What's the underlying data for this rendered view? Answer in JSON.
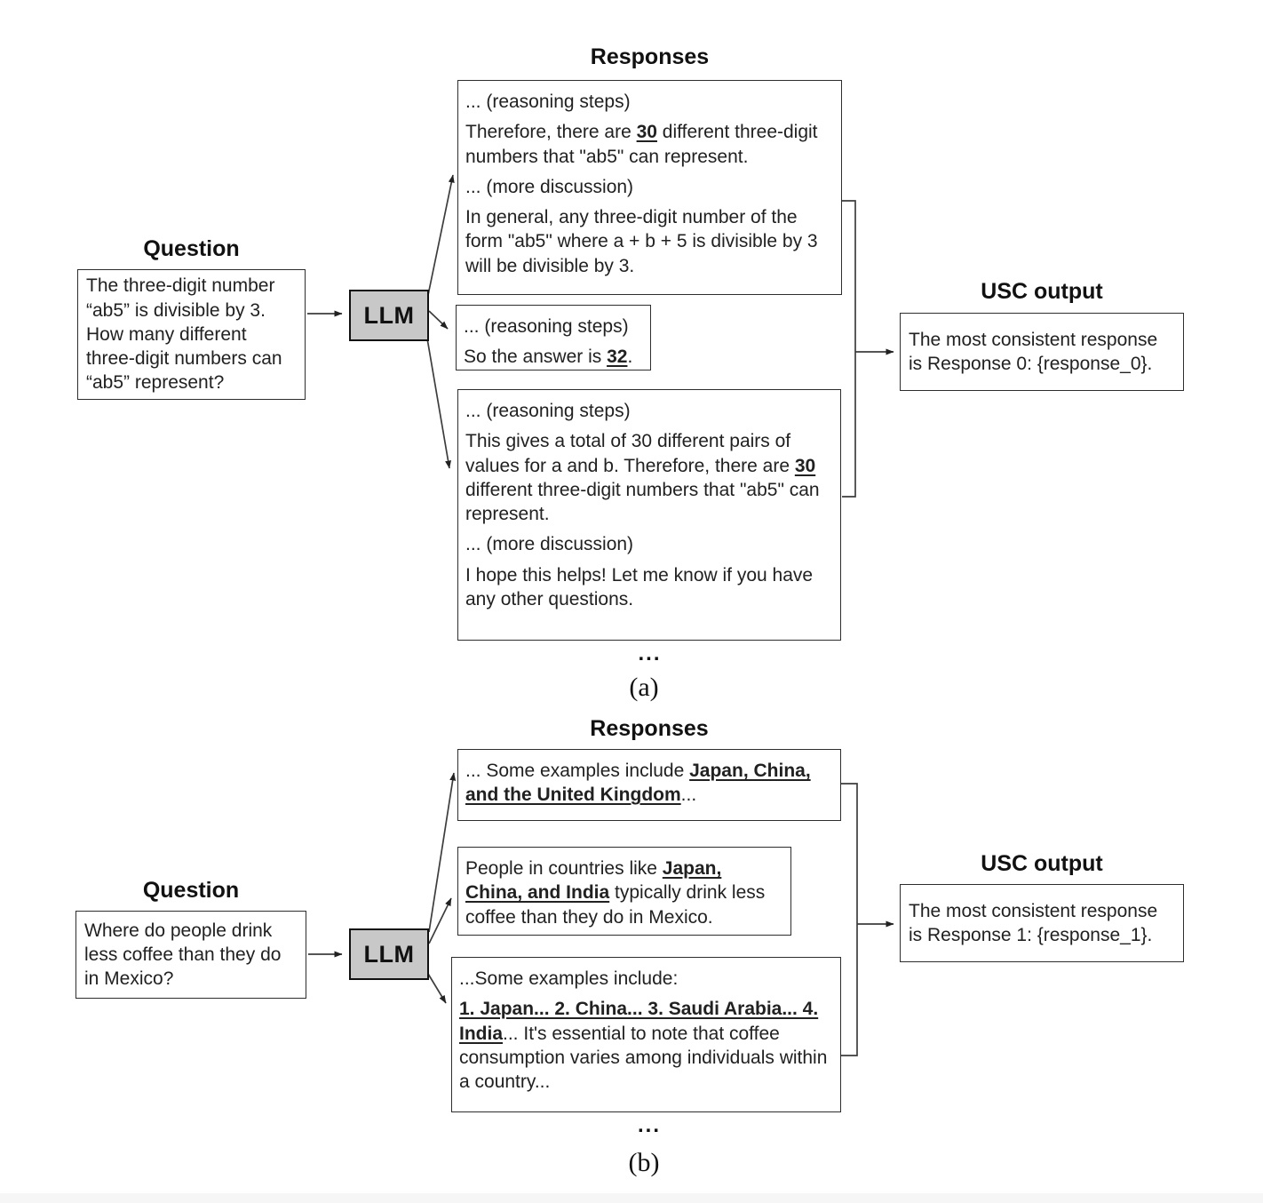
{
  "colors": {
    "llm_fill": "#c8c8c8",
    "box_border": "#2d2d2d",
    "connector": "#3d3d3d",
    "footer_strip": "#f6f6f6"
  },
  "panel_a": {
    "label": "(a)",
    "question_title": "Question",
    "question_text": "The three-digit number\n“ab5” is divisible by 3.\nHow many different\nthree-digit numbers can\n“ab5” represent?",
    "llm_label": "LLM",
    "responses_title": "Responses",
    "responses": [
      {
        "paragraphs": [
          [
            {
              "t": "... (reasoning steps)"
            }
          ],
          [
            {
              "t": "Therefore, there are "
            },
            {
              "t": "30",
              "bu": true
            },
            {
              "t": " different three-digit numbers that \"ab5\" can represent."
            }
          ],
          [
            {
              "t": "... (more discussion)"
            }
          ],
          [
            {
              "t": "In general, any three-digit number of the form \"ab5\" where a + b + 5 is divisible by 3 will be divisible by 3."
            }
          ]
        ]
      },
      {
        "paragraphs": [
          [
            {
              "t": "... (reasoning steps)"
            }
          ],
          [
            {
              "t": "So the answer is "
            },
            {
              "t": "32",
              "bu": true
            },
            {
              "t": "."
            }
          ]
        ]
      },
      {
        "paragraphs": [
          [
            {
              "t": "... (reasoning steps)"
            }
          ],
          [
            {
              "t": "This gives a total of 30 different pairs of values for a and b. Therefore, there are "
            },
            {
              "t": "30",
              "bu": true
            },
            {
              "t": " different three-digit numbers that \"ab5\" can represent."
            }
          ],
          [
            {
              "t": "... (more discussion)"
            }
          ],
          [
            {
              "t": "I hope this helps! Let me know if you have any other questions."
            }
          ]
        ]
      }
    ],
    "ellipsis": "...",
    "usc_title": "USC output",
    "usc_text": "The most consistent response\nis Response 0: {response_0}."
  },
  "panel_b": {
    "label": "(b)",
    "question_title": "Question",
    "question_text": "Where do people drink\nless coffee than they do\nin Mexico?",
    "llm_label": "LLM",
    "responses_title": "Responses",
    "responses": [
      {
        "paragraphs": [
          [
            {
              "t": "... Some examples include "
            },
            {
              "t": "Japan, China, and the United Kingdom",
              "bu": true
            },
            {
              "t": "..."
            }
          ]
        ]
      },
      {
        "paragraphs": [
          [
            {
              "t": "People in countries like "
            },
            {
              "t": "Japan, China, and India",
              "bu": true
            },
            {
              "t": " typically drink less coffee than they do in Mexico."
            }
          ]
        ]
      },
      {
        "paragraphs": [
          [
            {
              "t": "...Some examples include:"
            }
          ],
          [
            {
              "t": "1. Japan... 2. China... 3. Saudi Arabia... 4. India",
              "bu": true
            },
            {
              "t": "... It's essential to note that coffee consumption varies among individuals within a country..."
            }
          ]
        ]
      }
    ],
    "ellipsis": "...",
    "usc_title": "USC output",
    "usc_text": "The most consistent response\nis Response 1: {response_1}."
  }
}
